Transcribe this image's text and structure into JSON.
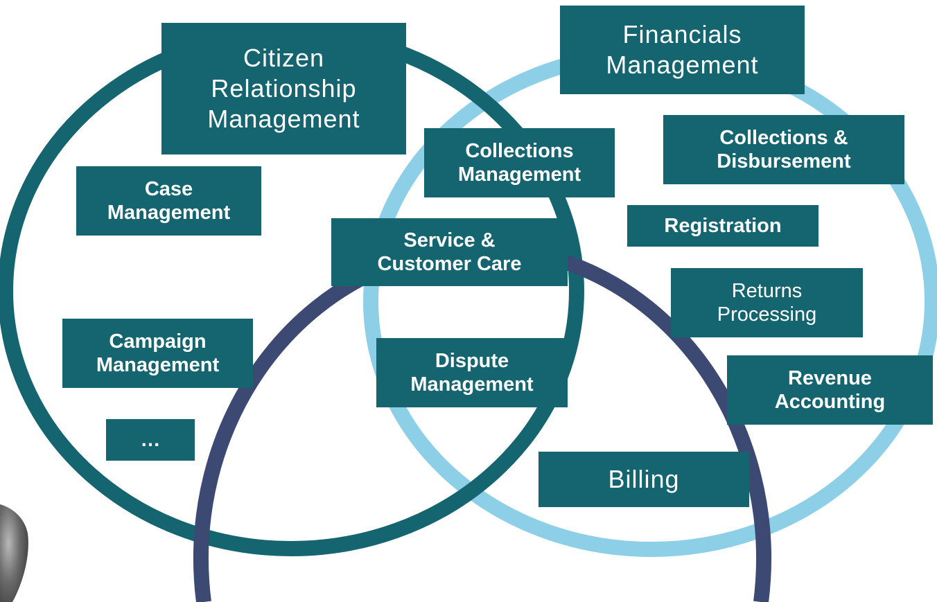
{
  "diagram": {
    "circles": [
      {
        "name": "citizen-relationship-management",
        "color": "#156570"
      },
      {
        "name": "financials-management",
        "color": "#8ecfe8"
      },
      {
        "name": "billing",
        "color": "#3c4a73"
      }
    ],
    "box_color": "#156570",
    "headers": {
      "crm": "Citizen\nRelationship\nManagement",
      "financials": "Financials\nManagement",
      "billing": "Billing"
    },
    "items": {
      "case_management": "Case\nManagement",
      "campaign_management": "Campaign\nManagement",
      "ellipsis": "…",
      "collections_management": "Collections\nManagement",
      "service_customer_care": "Service &\nCustomer Care",
      "dispute_management": "Dispute\nManagement",
      "collections_disbursement": "Collections &\nDisbursement",
      "registration": "Registration",
      "returns_processing": "Returns\nProcessing",
      "revenue_accounting": "Revenue\nAccounting"
    }
  }
}
